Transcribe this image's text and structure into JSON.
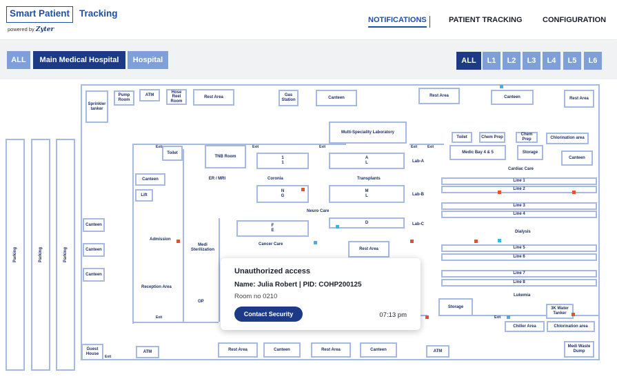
{
  "brand": {
    "title": "Smart Patient",
    "title_suffix": "Tracking",
    "powered_by": "powered by",
    "powered_logo": "Zyter"
  },
  "nav": {
    "notifications": "NOTIFICATIONS",
    "patient_tracking": "PATIENT TRACKING",
    "configuration": "CONFIGURATION",
    "active": "NOTIFICATIONS"
  },
  "location_filters": [
    "ALL",
    "Main Medical Hospital",
    "Hospital"
  ],
  "location_selected": "Main Medical Hospital",
  "level_filters": [
    "ALL",
    "L1",
    "L2",
    "L3",
    "L4",
    "L5",
    "L6"
  ],
  "level_selected": "ALL",
  "map": {
    "rooms": {
      "sprinkler_tanker": "Sprinkler tanker",
      "pump_room": "Pump Room",
      "atm_top": "ATM",
      "hose_reel_room": "Hose Reel Room",
      "rest_area_top_left": "Rest Area",
      "gas_station": "Gas Station",
      "canteen_top": "Canteen",
      "rest_area_top_mid": "Rest Area",
      "canteen_top_right": "Canteen",
      "rest_area_top_right": "Rest Area",
      "multi_speciality_lab": "Multi-Speciality Laboratory",
      "toilet_right": "Toilet",
      "chem_prep_1": "Chem Prep",
      "chem_prep_2": "Chem Prep",
      "chlorination_top": "Chlorination area",
      "medic_bay": "Medic Bay 4 & 5",
      "storage_top": "Storage",
      "canteen_right": "Canteen",
      "toilet_left": "Toilet",
      "tnb_room": "TNB Room",
      "er_mri": "ER / MRI",
      "coronia": "Coronia",
      "transplants": "Transplants",
      "lab_a": "Lab-A",
      "lab_b": "Lab-B",
      "lab_c": "Lab-C",
      "cardiac_care": "Cardiac Care",
      "line_1": "Line 1",
      "line_2": "Line 2",
      "line_3": "Line 3",
      "line_4": "Line 4",
      "line_5": "Line 5",
      "line_6": "Line 6",
      "line_7": "Line 7",
      "line_8": "Line 8",
      "dialysis": "Dialysis",
      "lukemia": "Lukemia",
      "canteen_left": "Canteen",
      "lift": "Lift",
      "neuro_care": "Neuro Care",
      "cancer_care": "Cancer Care",
      "rest_area_center": "Rest Area",
      "admission": "Admission",
      "medi_sterilization": "Medi Sterilization",
      "reception_area": "Reception Area",
      "op": "OP",
      "canteen_l1": "Canteen",
      "canteen_l2": "Canteen",
      "canteen_l3": "Canteen",
      "storage_bottom": "Storage",
      "water_tanker": "3K Water Tanker",
      "chiller_area": "Chiller Area",
      "chlorination_bottom": "Chlorination area",
      "guest_house": "Guest House",
      "atm_bottom_left": "ATM",
      "rest_area_b1": "Rest Area",
      "canteen_b1": "Canteen",
      "rest_area_b2": "Rest Area",
      "canteen_b2": "Canteen",
      "atm_bottom_right": "ATM",
      "medi_waste": "Medi Waste Dump",
      "parking_1": "Parking",
      "parking_2": "Parking",
      "parking_3": "Parking"
    },
    "exit_label": "Exit"
  },
  "notification": {
    "title": "Unauthorized access",
    "patient_line": "Name: Julia Robert  | PID: COHP200125",
    "room": "Room no 0210",
    "action_label": "Contact Security",
    "time": "07:13 pm"
  },
  "colors": {
    "brand": "#1e4fa8",
    "button_active": "#1c3a86",
    "button_inactive": "#7e9fd8",
    "wall": "#a6b9e2",
    "alert_marker": "#e1532e",
    "patient_marker": "#3fb2e6"
  }
}
